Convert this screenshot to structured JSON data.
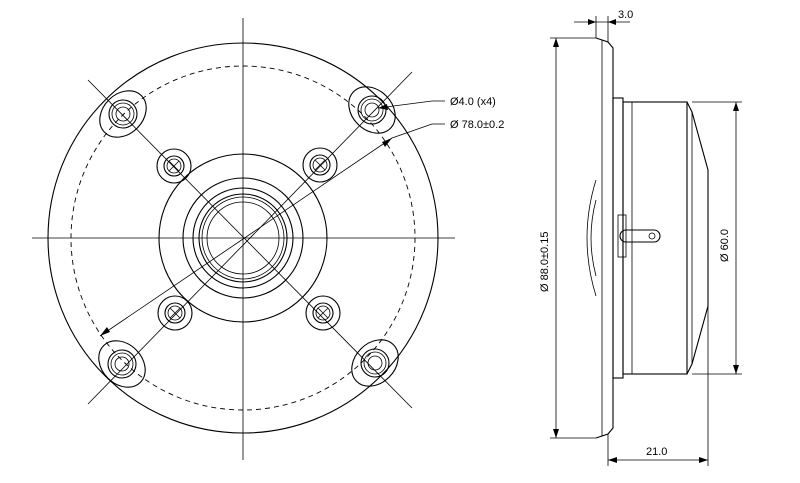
{
  "labels": {
    "hole_diameter": "Ø4.0 (x4)",
    "bolt_circle": "Ø 78.0±0.2",
    "flange_thickness": "3.0",
    "outer_diameter": "Ø 88.0±0.15",
    "body_diameter": "Ø 60.0",
    "depth": "21.0"
  }
}
